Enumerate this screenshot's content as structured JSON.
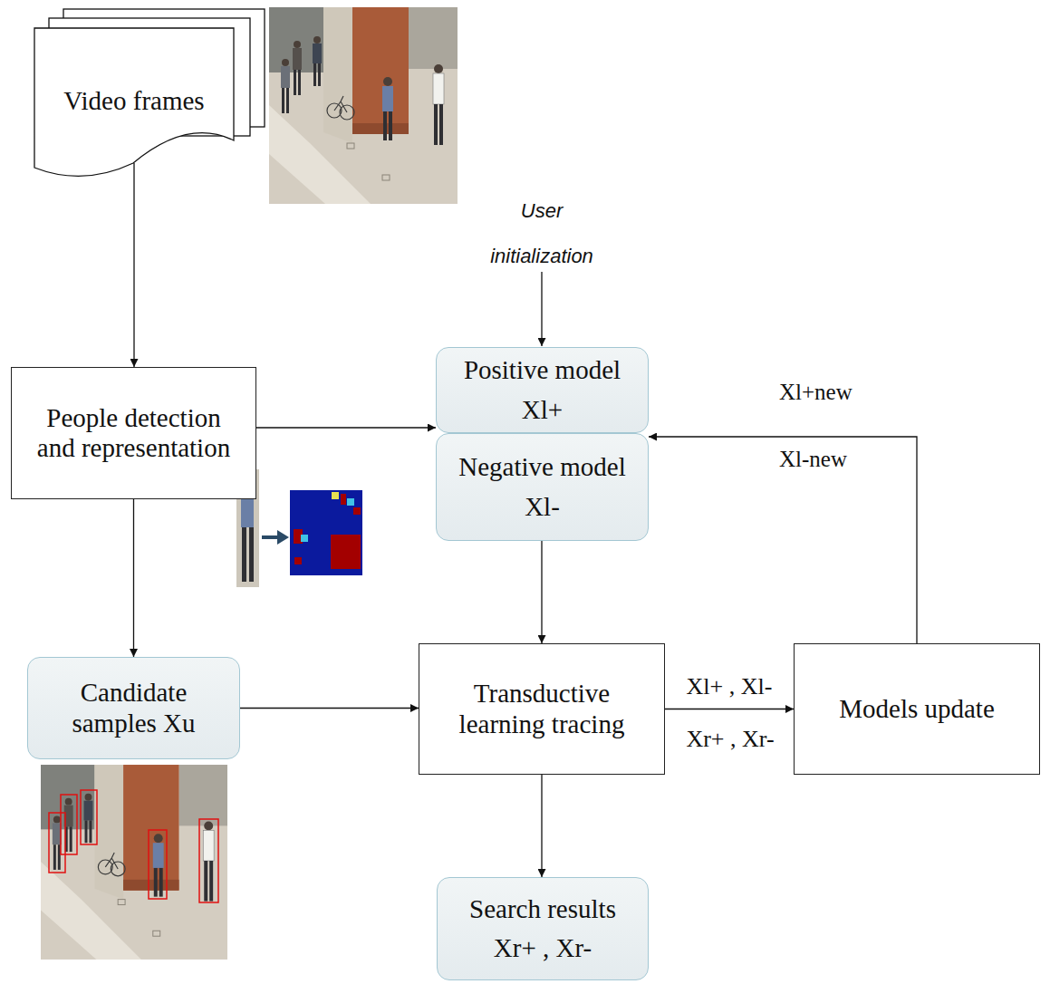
{
  "diagram": {
    "nodes": [
      {
        "text": [
          "Video frames"
        ]
      },
      {
        "text": [
          "People detection and representation"
        ]
      },
      {
        "text": [
          "Positive model",
          "Xl+"
        ]
      },
      {
        "text": [
          "Negative model",
          "Xl-"
        ]
      },
      {
        "text": [
          "Candidate samples Xu"
        ]
      },
      {
        "text": [
          "Transductive learning tracing"
        ]
      },
      {
        "text": [
          "Models update"
        ]
      },
      {
        "text": [
          "Search results",
          "Xr+ , Xr-"
        ]
      }
    ],
    "edges": [
      {
        "from": 0,
        "to": 1,
        "arrow": "to"
      },
      {
        "from": 1,
        "to": 2,
        "arrow": "to"
      },
      {
        "from": 1,
        "to": 4,
        "arrow": "to"
      },
      {
        "from": 3,
        "to": 5,
        "arrow": "to"
      },
      {
        "from": 4,
        "to": 5,
        "arrow": "to"
      },
      {
        "from": 5,
        "to": 6,
        "arrow": "to",
        "label": "Xl+ , Xl-"
      },
      {
        "from": 5,
        "to": 7,
        "arrow": "to"
      },
      {
        "from": 6,
        "to": 3,
        "arrow": "to"
      }
    ],
    "labels": [
      "User initialization",
      "Xl+new",
      "Xl-new",
      "Xr+ , Xr-"
    ]
  }
}
